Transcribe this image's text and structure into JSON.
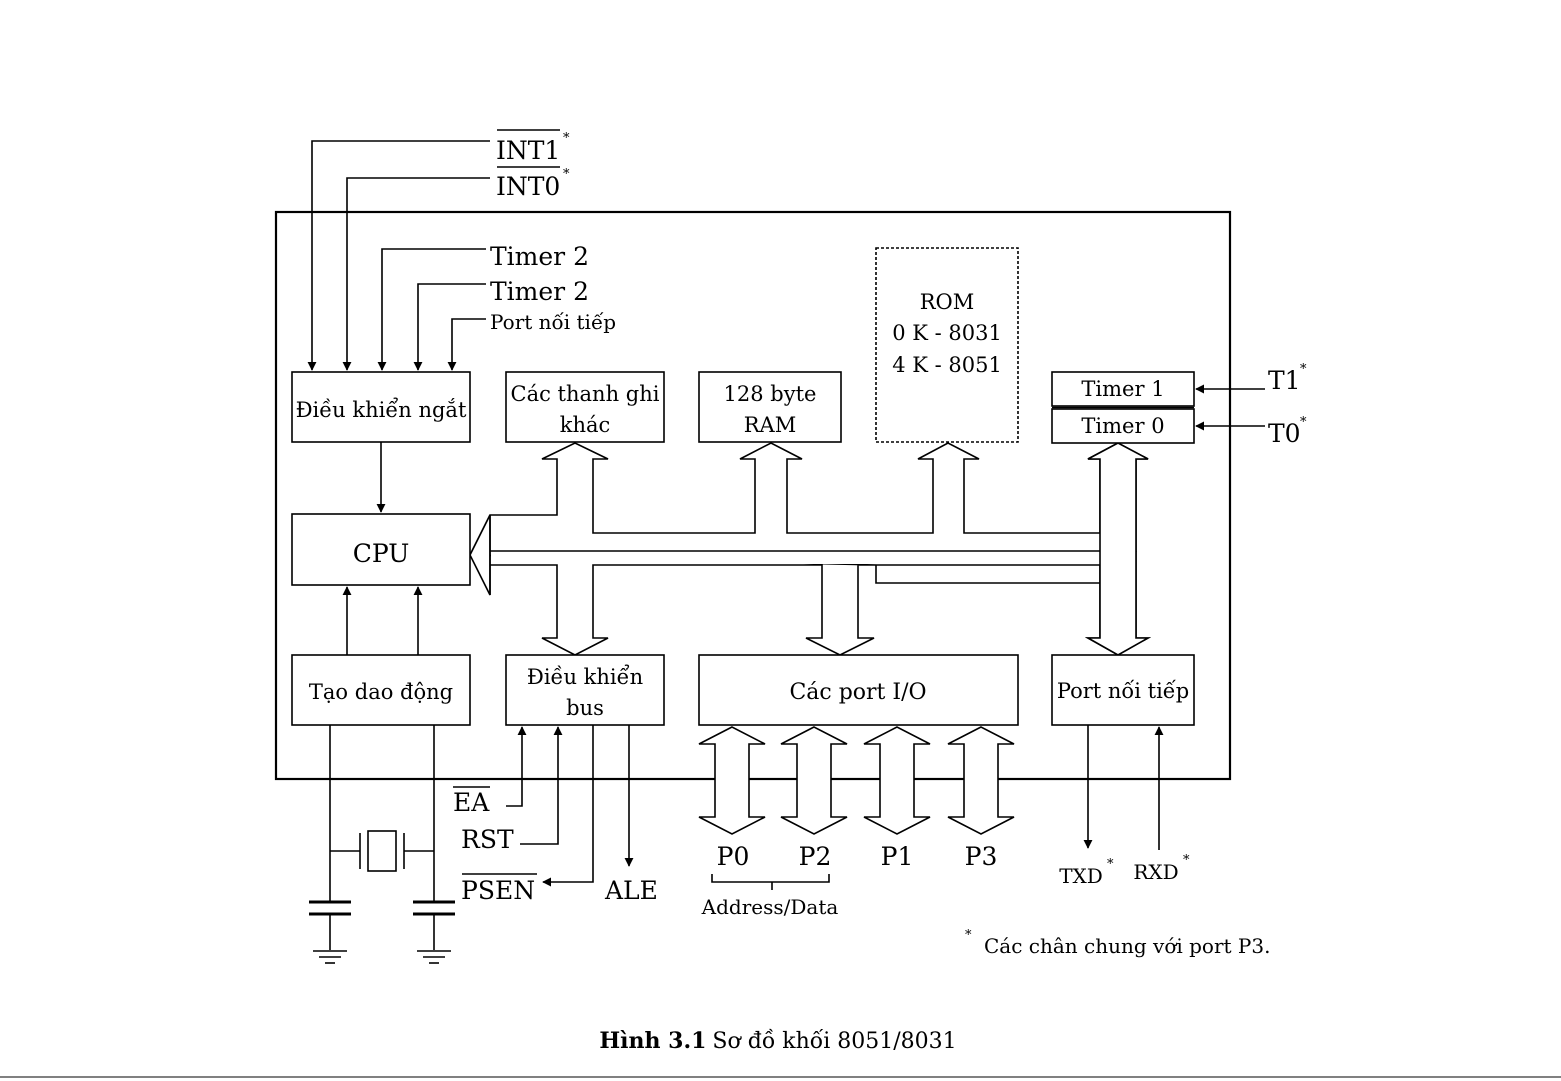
{
  "external": {
    "int1": "INT1",
    "int0": "INT0",
    "timer2_a": "Timer 2",
    "timer2_b": "Timer 2",
    "serial_port_in": "Port nối tiếp",
    "t1": "T1",
    "t0": "T0",
    "ea": "EA",
    "rst": "RST",
    "psen": "PSEN",
    "ale": "ALE",
    "p0": "P0",
    "p2": "P2",
    "p1": "P1",
    "p3": "P3",
    "address_data": "Address/Data",
    "txd": "TXD",
    "rxd": "RXD"
  },
  "blocks": {
    "interrupt_control": "Điều khiển ngắt",
    "other_registers_line1": "Các thanh ghi",
    "other_registers_line2": "khác",
    "ram_line1": "128 byte",
    "ram_line2": "RAM",
    "rom_line1": "ROM",
    "rom_line2": "0 K - 8031",
    "rom_line3": "4 K - 8051",
    "timer1": "Timer 1",
    "timer0": "Timer 0",
    "cpu": "CPU",
    "oscillator": "Tạo dao động",
    "bus_control_line1": "Điều khiển",
    "bus_control_line2": "bus",
    "io_ports": "Các port I/O",
    "serial_port": "Port nối tiếp"
  },
  "footnote": "Các chân chung với port P3.",
  "footnote_mark": "*",
  "caption": {
    "label": "Hình 3.1",
    "text": "Sơ đồ khối 8051/8031"
  }
}
